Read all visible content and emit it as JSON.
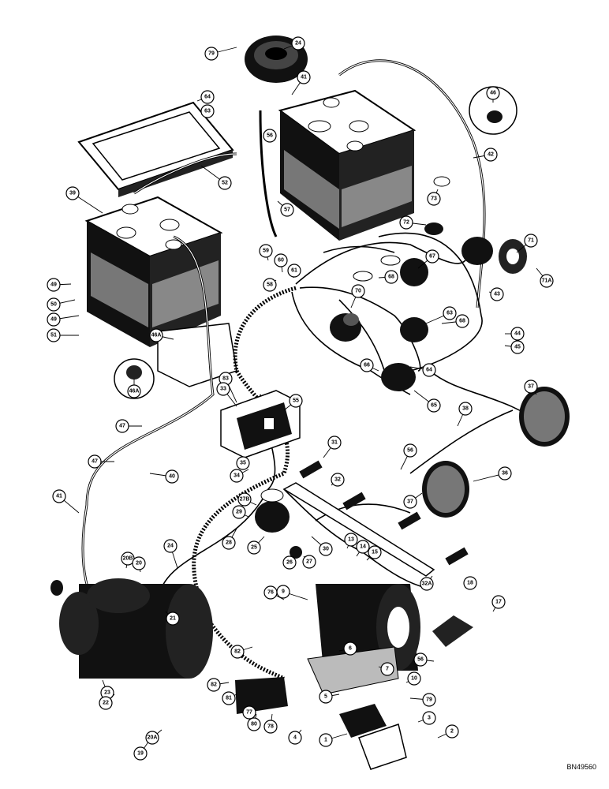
{
  "reference_code": "BN49560",
  "callouts": [
    "79",
    "24",
    "41",
    "64",
    "63",
    "46",
    "52",
    "56",
    "42",
    "39",
    "57",
    "73",
    "72",
    "71",
    "67",
    "59",
    "60",
    "61",
    "58",
    "68",
    "71A",
    "49",
    "50",
    "49",
    "51",
    "46A",
    "70",
    "43",
    "63",
    "66",
    "44",
    "45",
    "68",
    "64",
    "65",
    "37",
    "83",
    "33",
    "55",
    "46A",
    "47",
    "38",
    "35",
    "34",
    "31",
    "56",
    "47",
    "32",
    "36",
    "37",
    "40",
    "41",
    "27B",
    "29",
    "28",
    "25",
    "30",
    "13",
    "14",
    "15",
    "24",
    "20B",
    "20",
    "26",
    "27",
    "32A",
    "18",
    "21",
    "76",
    "9",
    "17",
    "23",
    "22",
    "19",
    "20A",
    "82",
    "6",
    "7",
    "56",
    "10",
    "5",
    "79",
    "82",
    "81",
    "77",
    "80",
    "78",
    "4",
    "3",
    "2",
    "1"
  ]
}
